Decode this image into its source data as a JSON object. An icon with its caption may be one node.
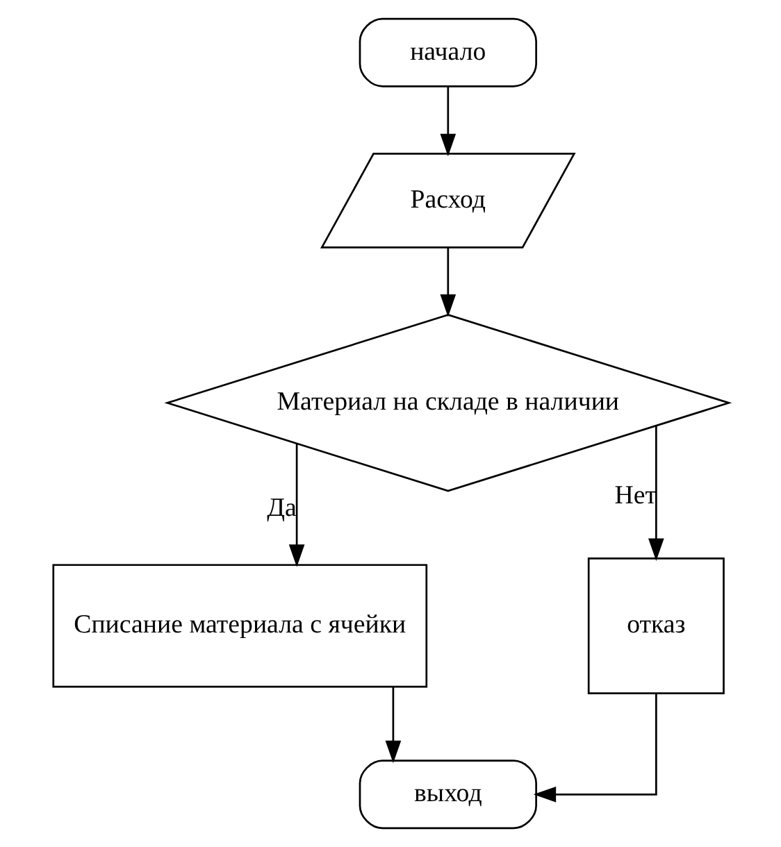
{
  "diagram": {
    "nodes": [
      {
        "text": [
          "начало"
        ]
      },
      {
        "text": [
          "Расход"
        ]
      },
      {
        "text": [
          "Материал на складе в наличии"
        ]
      },
      {
        "text": [
          "Списание материала с ячейки"
        ]
      },
      {
        "text": [
          "отказ"
        ]
      },
      {
        "text": [
          "выход"
        ]
      }
    ],
    "edges": [
      {
        "from": 0,
        "to": 1,
        "arrow": "to"
      },
      {
        "from": 1,
        "to": 2,
        "arrow": "to"
      },
      {
        "from": 2,
        "to": 3,
        "arrow": "to",
        "label": "Да"
      },
      {
        "from": 2,
        "to": 4,
        "arrow": "to",
        "label": "Нет"
      },
      {
        "from": 3,
        "to": 5,
        "arrow": "to"
      },
      {
        "from": 4,
        "to": 5,
        "arrow": "to"
      }
    ]
  }
}
